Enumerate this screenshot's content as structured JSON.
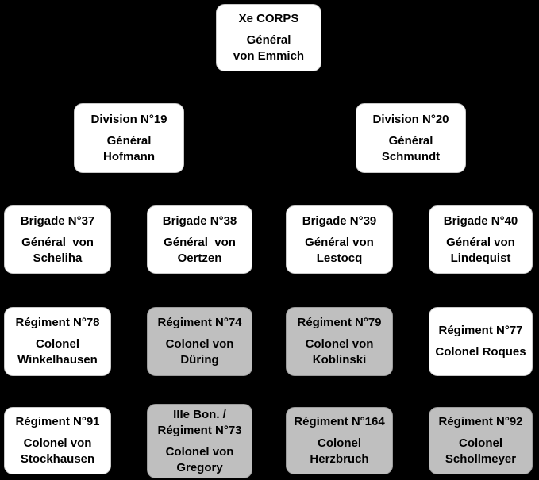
{
  "diagram": {
    "background_color": "#000000",
    "node_fill_default": "#FFFFFF",
    "node_fill_highlight": "#BFBFBF",
    "text_color": "#000000",
    "nodes": {
      "corps": {
        "title": "Xe CORPS",
        "name": "Général\nvon Emmich",
        "variant": "white"
      },
      "div19": {
        "title": "Division N°19",
        "name": "Général\nHofmann",
        "variant": "white"
      },
      "div20": {
        "title": "Division N°20",
        "name": "Général\nSchmundt",
        "variant": "white"
      },
      "b37": {
        "title": "Brigade N°37",
        "name": "Général  von\nScheliha",
        "variant": "white"
      },
      "b38": {
        "title": "Brigade N°38",
        "name": "Général  von\nOertzen",
        "variant": "white"
      },
      "b39": {
        "title": "Brigade N°39",
        "name": "Général von\nLestocq",
        "variant": "white"
      },
      "b40": {
        "title": "Brigade N°40",
        "name": "Général von\nLindequist",
        "variant": "white"
      },
      "r78": {
        "title": "Régiment N°78",
        "name": "Colonel\nWinkelhausen",
        "variant": "white"
      },
      "r74": {
        "title": "Régiment N°74",
        "name": "Colonel von\nDüring",
        "variant": "gray"
      },
      "r79": {
        "title": "Régiment N°79",
        "name": "Colonel von\nKoblinski",
        "variant": "gray"
      },
      "r77": {
        "title": "Régiment N°77",
        "name": "Colonel Roques",
        "variant": "white"
      },
      "r91": {
        "title": "Régiment N°91",
        "name": "Colonel von\nStockhausen",
        "variant": "white"
      },
      "r73": {
        "title": "IIIe Bon. /\nRégiment N°73",
        "name": "Colonel von\nGregory",
        "variant": "gray"
      },
      "r164": {
        "title": "Régiment N°164",
        "name": "Colonel\nHerzbruch",
        "variant": "gray"
      },
      "r92": {
        "title": "Régiment N°92",
        "name": "Colonel\nSchollmeyer",
        "variant": "gray"
      }
    }
  }
}
